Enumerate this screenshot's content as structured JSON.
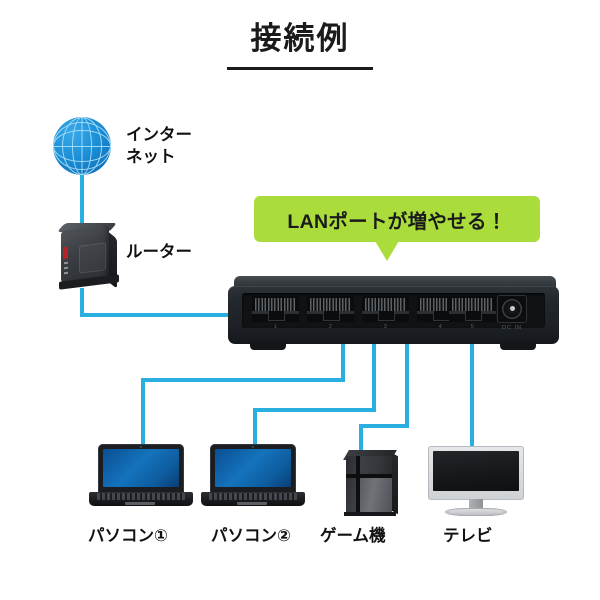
{
  "page": {
    "title": "接続例"
  },
  "callout": {
    "text": "LANポートが増やせる！",
    "color": "#aadd3c"
  },
  "wire_color": "#2ab0e0",
  "nodes": {
    "internet": {
      "label_line1": "インター",
      "label_line2": "ネット",
      "icon": "globe-icon"
    },
    "router": {
      "label": "ルーター",
      "icon": "router-icon"
    },
    "switch": {
      "icon": "network-switch-icon",
      "port_count": 5,
      "port_numbers": [
        "1",
        "2",
        "3",
        "4",
        "5"
      ],
      "dc_label": "DC IN"
    },
    "devices": [
      {
        "label": "パソコン①",
        "icon": "laptop-icon"
      },
      {
        "label": "パソコン②",
        "icon": "laptop-icon"
      },
      {
        "label": "ゲーム機",
        "icon": "game-console-icon"
      },
      {
        "label": "テレビ",
        "icon": "television-icon"
      }
    ]
  }
}
